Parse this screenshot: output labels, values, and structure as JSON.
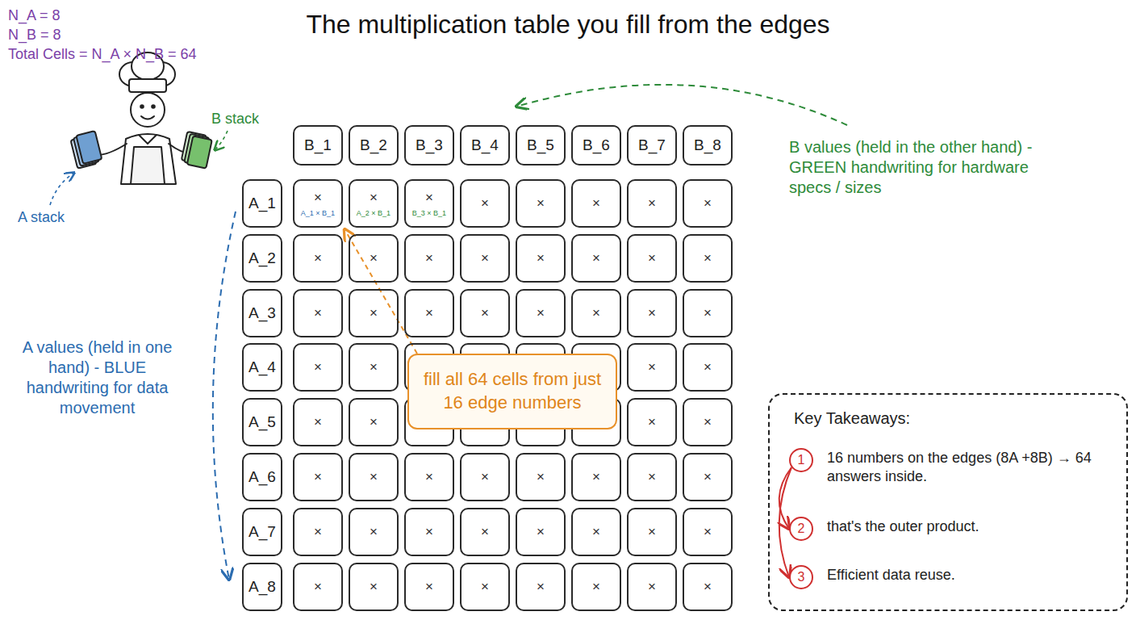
{
  "diagram": {
    "title": "The multiplication table you fill from the edges",
    "nodes": [
      {
        "text": [
          "B_1"
        ]
      },
      {
        "text": [
          "B_2"
        ]
      },
      {
        "text": [
          "B_3"
        ]
      },
      {
        "text": [
          "B_4"
        ]
      },
      {
        "text": [
          "B_5"
        ]
      },
      {
        "text": [
          "B_6"
        ]
      },
      {
        "text": [
          "B_7"
        ]
      },
      {
        "text": [
          "B_8"
        ]
      },
      {
        "text": [
          "A_1"
        ]
      },
      {
        "text": [
          "×",
          "A_1 × B_1"
        ]
      },
      {
        "text": [
          "×",
          "A_2 × B_1"
        ]
      },
      {
        "text": [
          "×",
          "B_3 × B_1"
        ]
      },
      {
        "text": [
          "×"
        ]
      },
      {
        "text": [
          "×"
        ]
      },
      {
        "text": [
          "×"
        ]
      },
      {
        "text": [
          "×"
        ]
      },
      {
        "text": [
          "×"
        ]
      },
      {
        "text": [
          "A_2"
        ]
      },
      {
        "text": [
          "×"
        ]
      },
      {
        "text": [
          "×"
        ]
      },
      {
        "text": [
          "×"
        ]
      },
      {
        "text": [
          "×"
        ]
      },
      {
        "text": [
          "×"
        ]
      },
      {
        "text": [
          "×"
        ]
      },
      {
        "text": [
          "×"
        ]
      },
      {
        "text": [
          "×"
        ]
      },
      {
        "text": [
          "A_3"
        ]
      },
      {
        "text": [
          "×"
        ]
      },
      {
        "text": [
          "×"
        ]
      },
      {
        "text": [
          "×"
        ]
      },
      {
        "text": [
          "×"
        ]
      },
      {
        "text": [
          "×"
        ]
      },
      {
        "text": [
          "×"
        ]
      },
      {
        "text": [
          "×"
        ]
      },
      {
        "text": [
          "×"
        ]
      },
      {
        "text": [
          "A_4"
        ]
      },
      {
        "text": [
          "×"
        ]
      },
      {
        "text": [
          "×"
        ]
      },
      {
        "text": []
      },
      {
        "text": []
      },
      {
        "text": []
      },
      {
        "text": []
      },
      {
        "text": [
          "×"
        ]
      },
      {
        "text": [
          "×"
        ]
      },
      {
        "text": [
          "A_5"
        ]
      },
      {
        "text": [
          "×"
        ]
      },
      {
        "text": [
          "×"
        ]
      },
      {
        "text": []
      },
      {
        "text": []
      },
      {
        "text": []
      },
      {
        "text": []
      },
      {
        "text": [
          "×"
        ]
      },
      {
        "text": [
          "×"
        ]
      },
      {
        "text": [
          "A_6"
        ]
      },
      {
        "text": [
          "×"
        ]
      },
      {
        "text": [
          "×"
        ]
      },
      {
        "text": [
          "×"
        ]
      },
      {
        "text": [
          "×"
        ]
      },
      {
        "text": [
          "×"
        ]
      },
      {
        "text": [
          "×"
        ]
      },
      {
        "text": [
          "×"
        ]
      },
      {
        "text": [
          "×"
        ]
      },
      {
        "text": [
          "A_7"
        ]
      },
      {
        "text": [
          "×"
        ]
      },
      {
        "text": [
          "×"
        ]
      },
      {
        "text": [
          "×"
        ]
      },
      {
        "text": [
          "×"
        ]
      },
      {
        "text": [
          "×"
        ]
      },
      {
        "text": [
          "×"
        ]
      },
      {
        "text": [
          "×"
        ]
      },
      {
        "text": [
          "×"
        ]
      },
      {
        "text": [
          "A_8"
        ]
      },
      {
        "text": [
          "×"
        ]
      },
      {
        "text": [
          "×"
        ]
      },
      {
        "text": [
          "×"
        ]
      },
      {
        "text": [
          "×"
        ]
      },
      {
        "text": [
          "×"
        ]
      },
      {
        "text": [
          "×"
        ]
      },
      {
        "text": [
          "×"
        ]
      },
      {
        "text": [
          "×"
        ]
      },
      {
        "text": [
          "fill all 64 cells from just 16 edge numbers"
        ]
      },
      {
        "text": [
          "Key Takeaways:"
        ]
      },
      {
        "text": [
          "1"
        ],
        "in": 81
      },
      {
        "text": [
          "2"
        ],
        "in": 81
      },
      {
        "text": [
          "3"
        ],
        "in": 81
      }
    ],
    "edges": [
      {
        "from": 80,
        "to": 9,
        "arrow": "to"
      },
      {
        "from": 82,
        "to": 83,
        "arrow": "to"
      },
      {
        "from": 82,
        "to": 84,
        "arrow": "to"
      }
    ],
    "labels": [
      "N_A = 8",
      "N_B = 8",
      "Total Cells = N_A × N_B = 64",
      "A stack",
      "B stack",
      "B values (held in the other hand) - GREEN handwriting for hardware specs / sizes",
      "A values (held in one hand) - BLUE handwriting for data movement",
      "16 numbers on the edges (8A +8B) → 64 answers inside.",
      "that's the outer product.",
      "Efficient data reuse."
    ]
  }
}
